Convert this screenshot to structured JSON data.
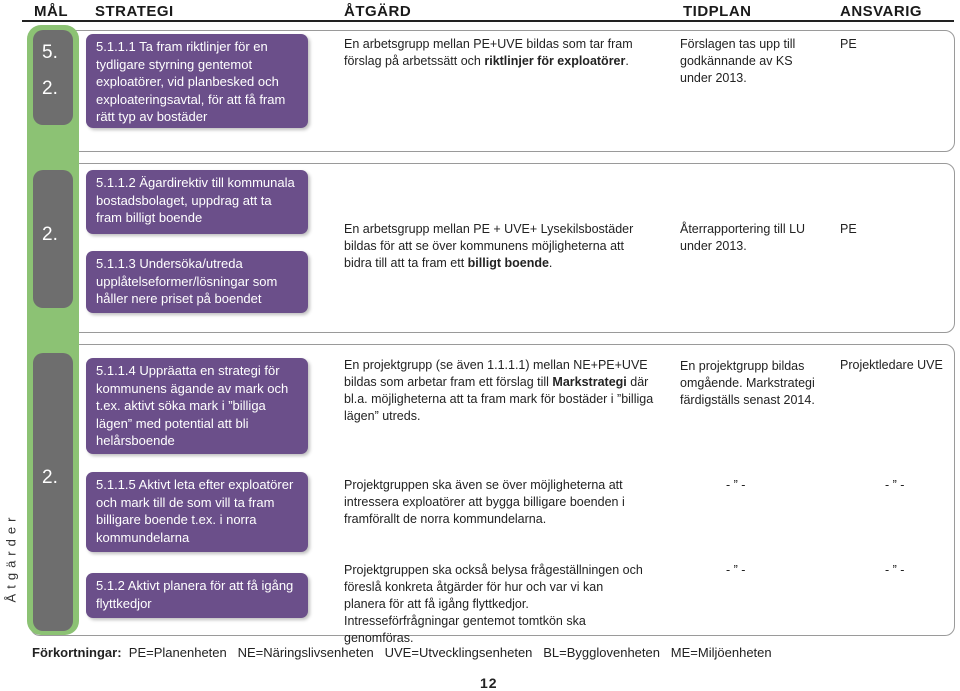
{
  "headers": {
    "mal": "MÅL",
    "strategi": "STRATEGI",
    "atgard": "ÅTGÄRD",
    "tidplan": "TIDPLAN",
    "ansvarig": "ANSVARIG"
  },
  "side_label": "Åtgärder",
  "rows": [
    {
      "mal_top": "5.",
      "mal_bottom": "2.",
      "strategies": [
        "5.1.1.1 Ta fram riktlinjer för en tydligare styrning gentemot exploatörer, vid planbesked och exploateringsavtal, för att få fram rätt typ av bostäder"
      ],
      "atgard_plain": "En arbetsgrupp mellan PE+UVE bildas som tar fram förslag på arbetssätt och ",
      "atgard_bold": "riktlinjer för exploatörer",
      "atgard_end": ".",
      "tidplan": "Förslagen tas upp till godkännande av KS under 2013.",
      "ansvarig": "PE"
    },
    {
      "mal": "2.",
      "strategies": [
        "5.1.1.2 Ägardirektiv till kommunala bostadsbolaget, uppdrag att ta fram billigt boende",
        "5.1.1.3 Undersöka/utreda upplåtelseformer/lösningar som håller nere priset på boendet"
      ],
      "atgard_plain": "En arbetsgrupp mellan PE + UVE+ Lysekilsbostäder bildas för att se över kommunens möjligheterna att bidra till att ta fram ett ",
      "atgard_bold": "billigt boende",
      "atgard_end": ".",
      "tidplan": "Återrapportering till LU under 2013.",
      "ansvarig": "PE"
    },
    {
      "mal": "2.",
      "strategies": [
        "5.1.1.4 Uppräatta en strategi för kommunens ägande av mark och t.ex. aktivt söka mark i ”billiga lägen” med potential att bli helårsboende",
        "5.1.1.5 Aktivt leta efter exploatörer och mark till de som vill ta fram billigare boende t.ex. i norra kommundelarna",
        "5.1.2 Aktivt planera för att få igång flyttkedjor"
      ],
      "atgard_1_plain": "En projektgrupp (se även 1.1.1.1) mellan NE+PE+UVE bildas som arbetar fram ett förslag till ",
      "atgard_1_bold": "Markstrategi",
      "atgard_1_end": " där bl.a. möjligheterna att ta fram mark för bostäder i ”billiga lägen” utreds.",
      "atgard_2": "Projektgruppen ska även se över möjligheterna att intressera exploatörer att bygga billigare boenden i framförallt de norra kommundelarna.",
      "atgard_3": "Projektgruppen ska också belysa frågeställningen och föreslå konkreta åtgärder för hur och var vi kan planera för att få igång flyttkedjor. Intresseförfrågningar gentemot tomtkön ska genomföras.",
      "tidplan_1": "En projektgrupp bildas omgående. Markstrategi färdigställs senast 2014.",
      "tidplan_2": "- ” -",
      "tidplan_3": "- ” -",
      "ansvarig_1": "Projektledare UVE",
      "ansvarig_2": "- ” -",
      "ansvarig_3": "- ” -"
    }
  ],
  "footer": {
    "label": "Förkortningar:",
    "text": "PE=Planenheten   NE=Näringslivsenheten   UVE=Utvecklingsenheten   BL=Bygglovenheten   ME=Miljöenheten"
  },
  "page_number": "12"
}
